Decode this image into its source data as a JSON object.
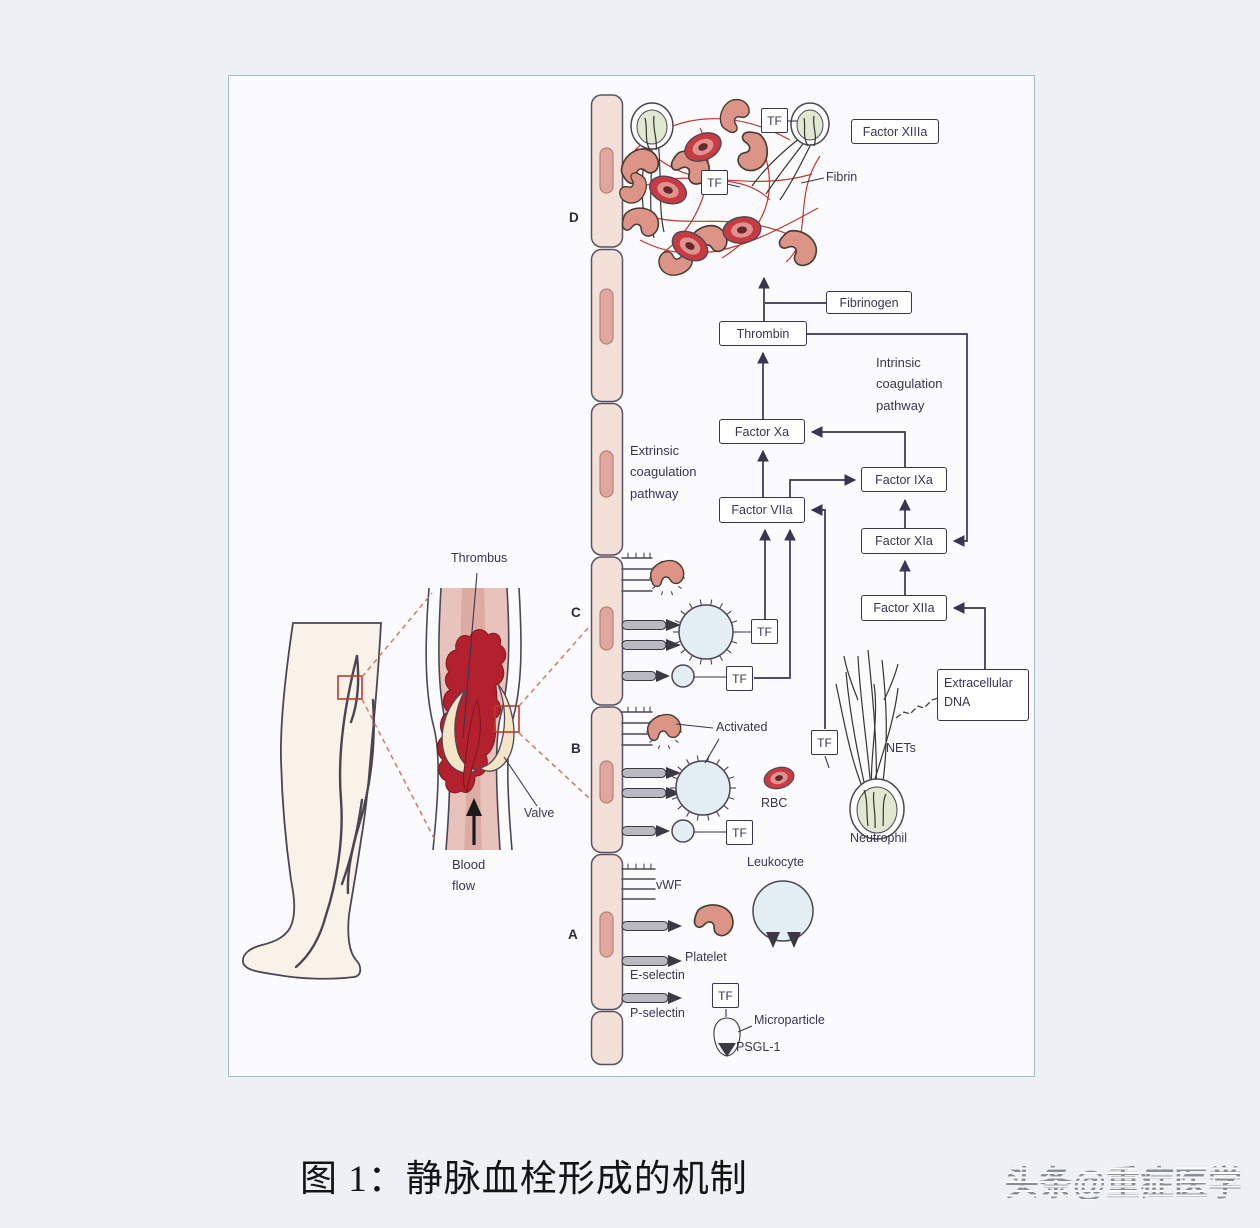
{
  "figure": {
    "caption": "图 1：静脉血栓形成的机制",
    "watermark": "头条@重症医学"
  },
  "panel": {
    "sections": {
      "d": "D",
      "c": "C",
      "b": "B",
      "a": "A"
    },
    "boxes": {
      "factor_xiiia": "Factor XIIIa",
      "fibrinogen": "Fibrinogen",
      "thrombin": "Thrombin",
      "factor_xa": "Factor Xa",
      "factor_viia": "Factor VIIa",
      "factor_ixa": "Factor IXa",
      "factor_xia": "Factor XIa",
      "factor_xiia": "Factor XIIa",
      "extracellular_dna": "Extracellular DNA",
      "tf": "TF"
    },
    "pathways": {
      "intrinsic": "Intrinsic coagulation pathway",
      "extrinsic": "Extrinsic coagulation pathway"
    },
    "labels": {
      "fibrin": "Fibrin",
      "nets": "NETs",
      "neutrophil": "Neutrophil",
      "activated": "Activated",
      "rbc": "RBC",
      "leukocyte": "Leukocyte",
      "vwf": "vWF",
      "platelet": "Platelet",
      "e_selectin": "E-selectin",
      "p_selectin": "P-selectin",
      "microparticle": "Microparticle",
      "psgl_1": "PSGL-1",
      "thrombus": "Thrombus",
      "valve": "Valve",
      "blood_flow": "Blood flow"
    }
  },
  "colors": {
    "bg": "#edf1f6",
    "panel_bg": "#fbfbfd",
    "panel_border": "#a6bcc6",
    "ink": "#3b3352",
    "outline": "#4c4654",
    "wall_fill": "#f3e0d9",
    "wall_stroke": "#5a5260",
    "nucleus": "#dfa89e",
    "nucleus_stroke": "#b97f75",
    "platelet": "#dc9486",
    "platelet_stroke": "#463c34",
    "leukocyte": "#e3eef5",
    "neutrophil": "#e0e8d2",
    "rbc": "#c63c42",
    "rbc_mid": "#e0938e",
    "rbc_dark": "#63282c",
    "thrombus": "#b2212d",
    "vein_inner": "#e7c3bb",
    "vein_inner_dark": "#d9a79e",
    "valve": "#f3e5c6",
    "skin": "#f8f2e9",
    "fibrin": "#c0392b",
    "dashed_red": "#d4806e",
    "rod_fill": "#b9b9c2",
    "rod_dark": "#3c3844"
  }
}
